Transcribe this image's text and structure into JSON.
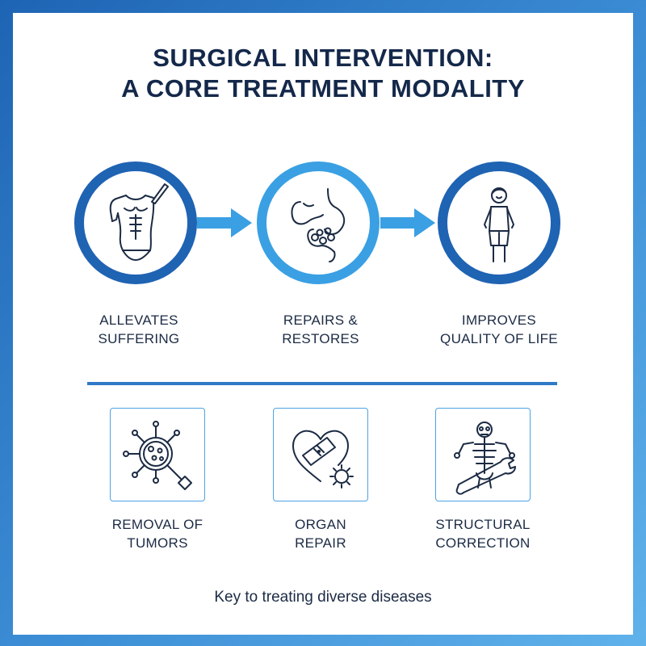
{
  "title": {
    "line1": "SURGICAL INTERVENTION:",
    "line2": "A CORE TREATMENT MODALITY"
  },
  "steps": [
    {
      "line1": "ALLEVATES",
      "line2": "SUFFERING",
      "icon": "torso-scalpel-icon"
    },
    {
      "line1": "REPAIRS &",
      "line2": "RESTORES",
      "icon": "digestive-organs-icon"
    },
    {
      "line1": "IMPROVES",
      "line2": "QUALITY OF LIFE",
      "icon": "healthy-person-icon"
    }
  ],
  "benefits": [
    {
      "line1": "REMOVAL OF",
      "line2": "TUMORS",
      "icon": "tumor-magnifier-icon"
    },
    {
      "line1": "ORGAN",
      "line2": "REPAIR",
      "icon": "bandaged-heart-gear-icon"
    },
    {
      "line1": "STRUCTURAL",
      "line2": "CORRECTION",
      "icon": "skeleton-wrench-icon"
    }
  ],
  "footer": "Key to treating diverse diseases",
  "colors": {
    "dark_blue": "#1f63b3",
    "light_blue": "#3aa0e3",
    "title_navy": "#14284a",
    "text": "#1c2b44"
  }
}
